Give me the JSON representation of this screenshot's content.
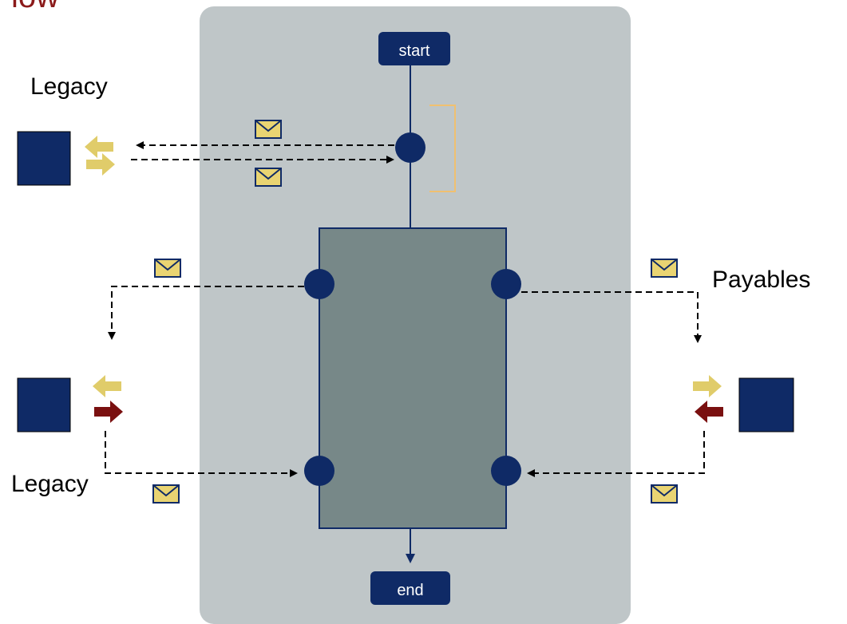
{
  "title": "low",
  "labels": {
    "legacy_top": "Legacy",
    "legacy_bottom": "Legacy",
    "payables": "Payables"
  },
  "nodes": {
    "start": "start",
    "end": "end"
  },
  "colors": {
    "process_panel": "#bfc6c8",
    "inner_block": "#778888",
    "navy": "#0f2a66",
    "arrow_gold": "#e0cc6a",
    "arrow_red": "#7a1010",
    "envelope": "#e9d472",
    "bracket": "#f0c070"
  }
}
